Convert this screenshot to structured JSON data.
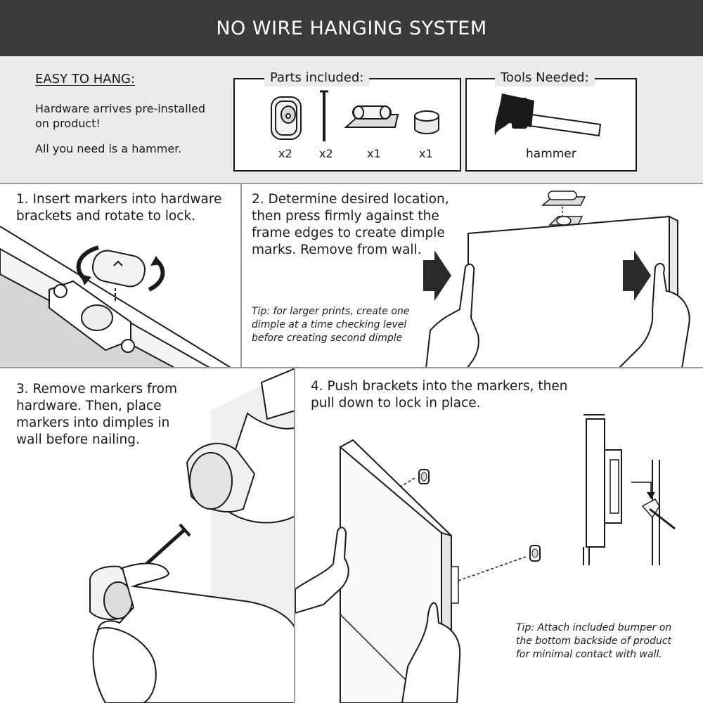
{
  "header": {
    "title": "NO WIRE HANGING SYSTEM"
  },
  "intro": {
    "easy_title": "EASY TO HANG:",
    "line1": "Hardware arrives pre-installed on product!",
    "line2": "All you need is a hammer."
  },
  "parts": {
    "title": "Parts included:",
    "items": [
      {
        "icon": "bracket-icon",
        "qty": "x2"
      },
      {
        "icon": "nail-icon",
        "qty": "x2"
      },
      {
        "icon": "marker-icon",
        "qty": "x1"
      },
      {
        "icon": "bumper-icon",
        "qty": "x1"
      }
    ]
  },
  "tools": {
    "title": "Tools Needed:",
    "items": [
      {
        "icon": "hammer-icon",
        "name": "hammer"
      }
    ]
  },
  "steps": [
    {
      "text": "1. Insert markers into hardware brackets and rotate to lock."
    },
    {
      "text": "2. Determine desired location, then press firmly against the frame edges to create dimple marks. Remove from wall.",
      "tip": "Tip: for larger prints, create one dimple at a time checking level before creating second dimple"
    },
    {
      "text": "3. Remove markers from hardware. Then, place markers into dimples in wall before nailing."
    },
    {
      "text": "4. Push brackets into the markers, then pull down to lock in place.",
      "tip": "Tip: Attach included bumper on the bottom backside of product for minimal contact with wall."
    }
  ],
  "colors": {
    "header_bg": "#3b3b3b",
    "intro_bg": "#ebebeb",
    "divider": "#9a9a9a",
    "ink": "#1a1a1a"
  }
}
